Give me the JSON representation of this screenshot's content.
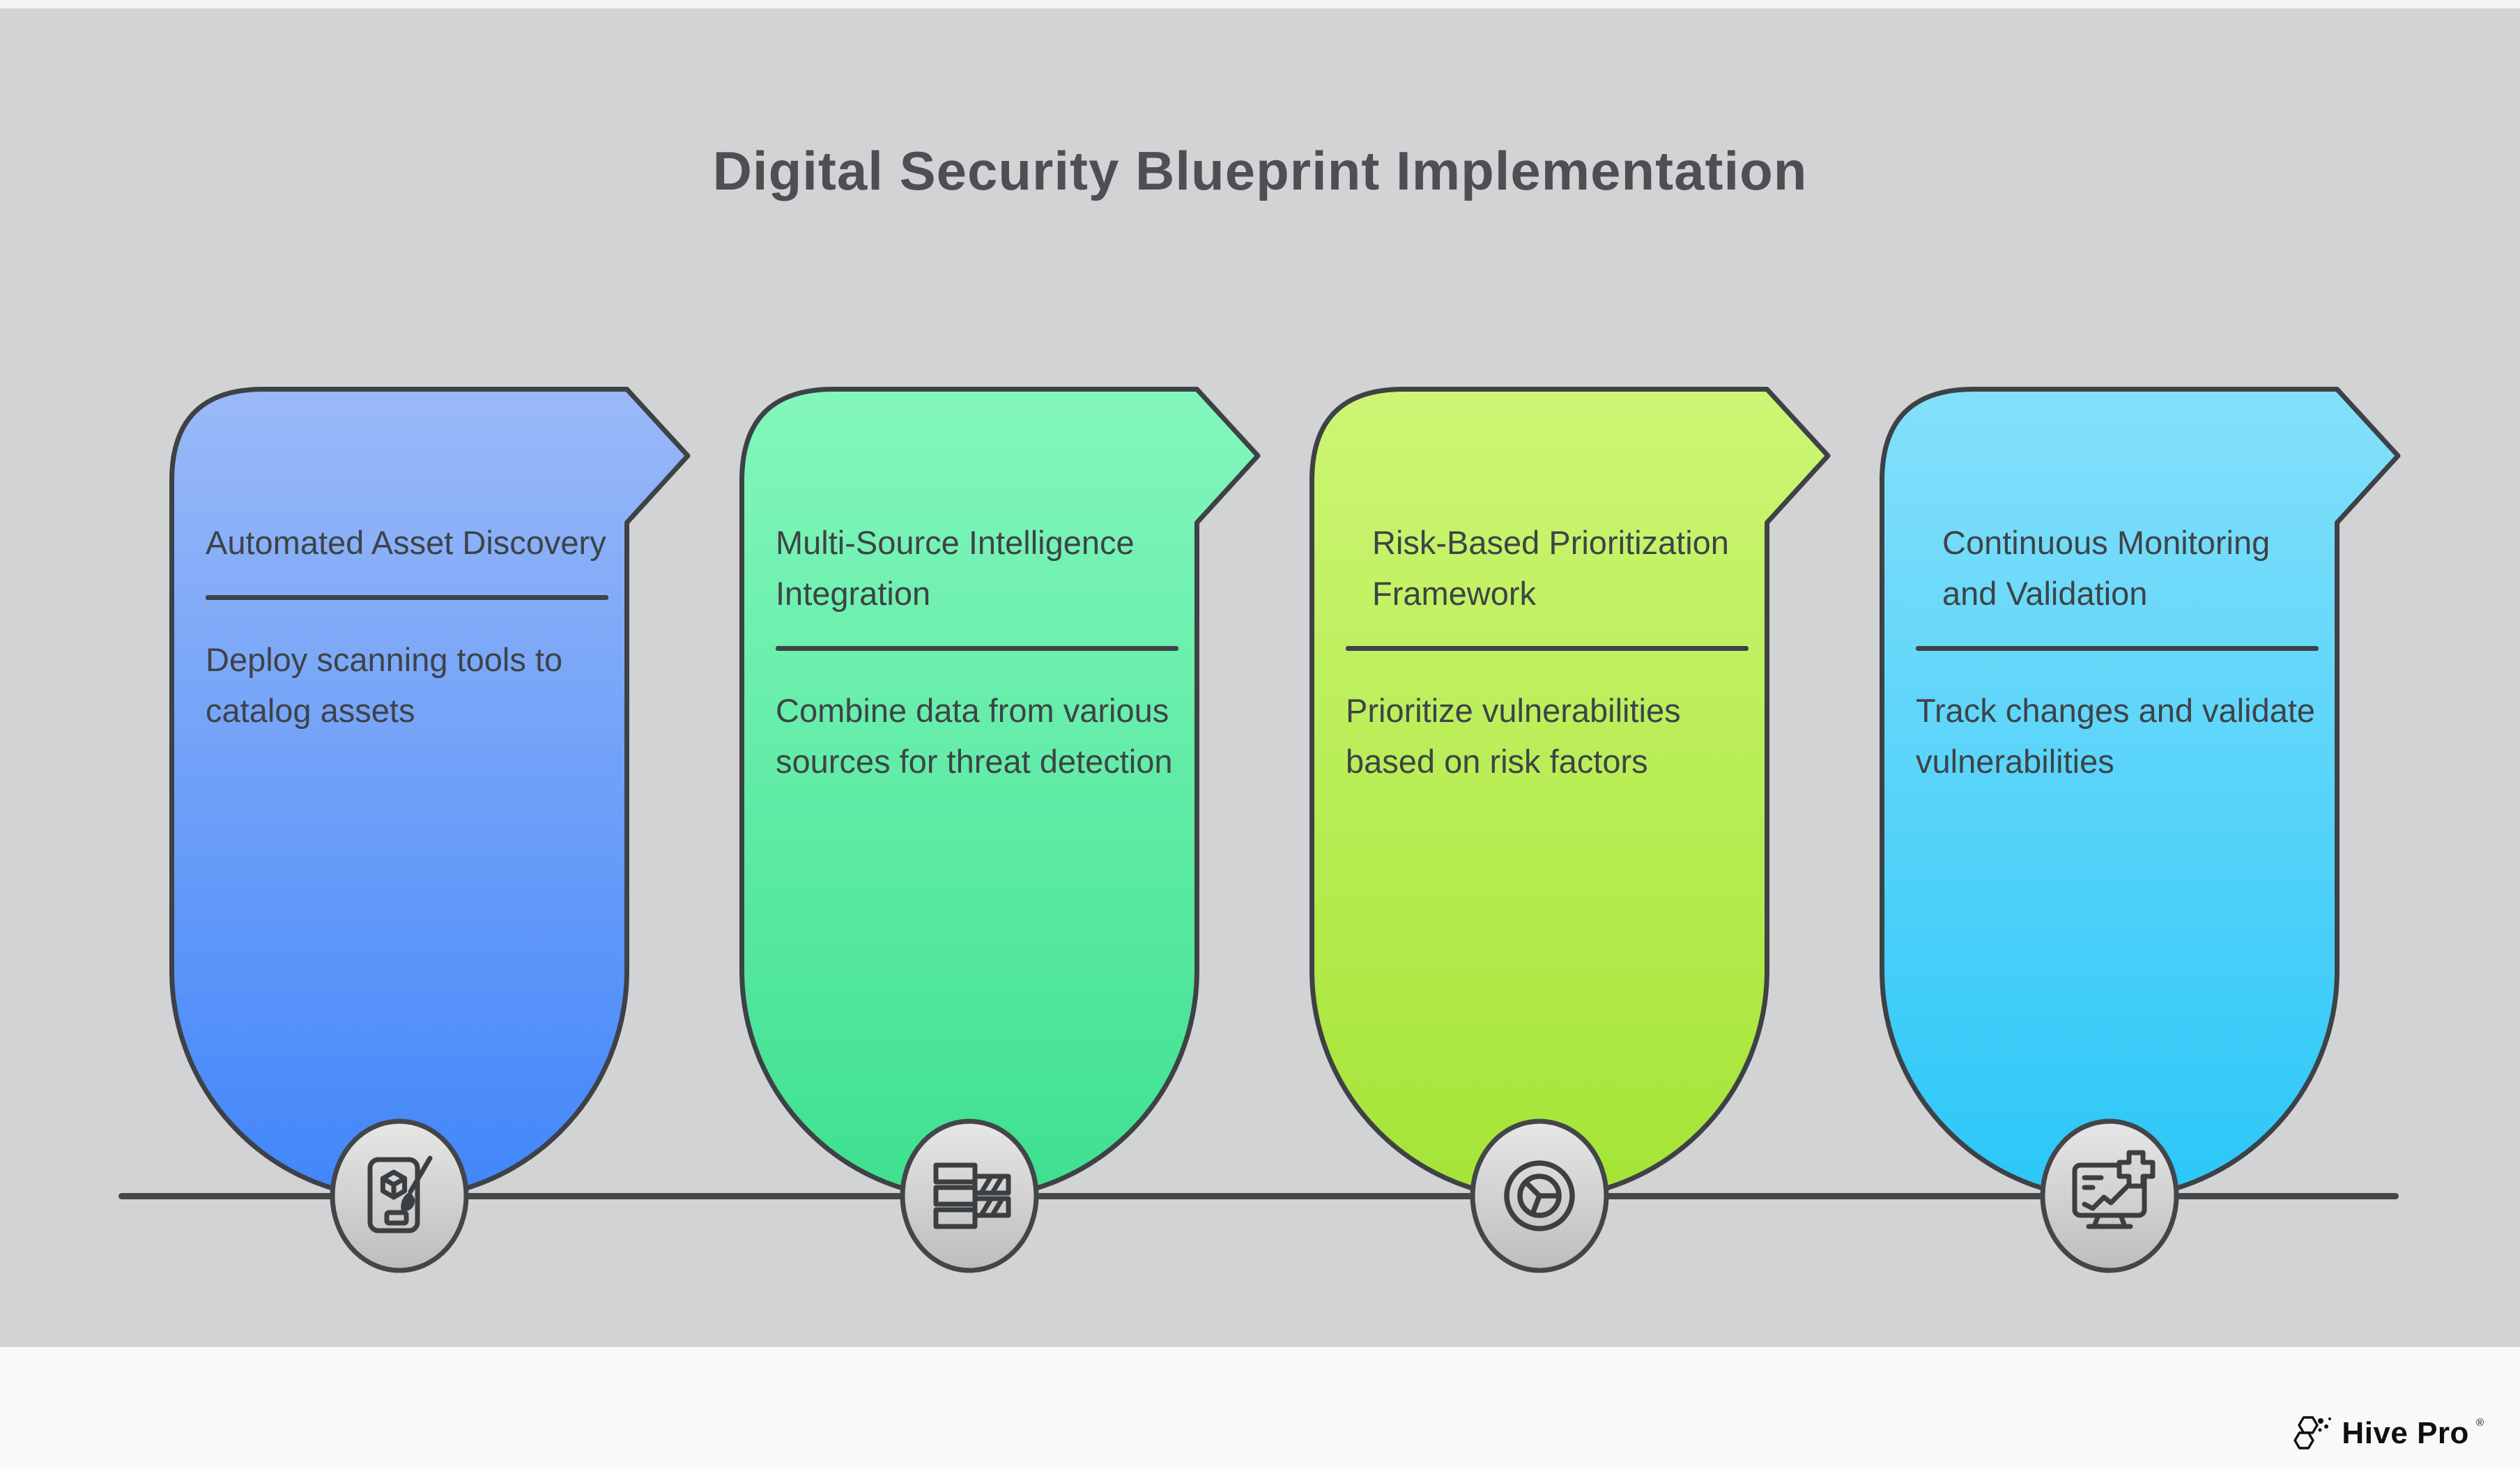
{
  "title": "Digital Security Blueprint Implementation",
  "cards": [
    {
      "title": "Automated Asset Discovery",
      "description": "Deploy scanning tools to catalog assets",
      "icon": "mobile-asset-scan-icon",
      "gradient_top": "#9ab9f8",
      "gradient_bottom": "#4186f9"
    },
    {
      "title": "Multi-Source Intelligence Integration",
      "description": "Combine data from various sources for threat detection",
      "icon": "data-merge-icon",
      "gradient_top": "#83f7bc",
      "gradient_bottom": "#3ee090"
    },
    {
      "title": "Risk-Based Prioritization Framework",
      "description": "Prioritize vulnerabilities based on risk factors",
      "icon": "pie-gauge-icon",
      "gradient_top": "#cdf674",
      "gradient_bottom": "#a4e436"
    },
    {
      "title": "Continuous Monitoring and Validation",
      "description": "Track changes and validate vulnerabilities",
      "icon": "monitor-chart-plus-icon",
      "gradient_top": "#84e0fb",
      "gradient_bottom": "#2bc7f8"
    }
  ],
  "footer": {
    "brand": "Hive Pro",
    "registered_mark": "®"
  },
  "colors": {
    "background": "#d2d3d4",
    "footer_background": "#f8f9fa",
    "outline": "#3e4145",
    "text": "#3e4347",
    "timeline": "#474747",
    "title_text": "#4d4f52",
    "icon_circle_top": "#e7e7e7",
    "icon_circle_bottom": "#bdbdbd"
  }
}
